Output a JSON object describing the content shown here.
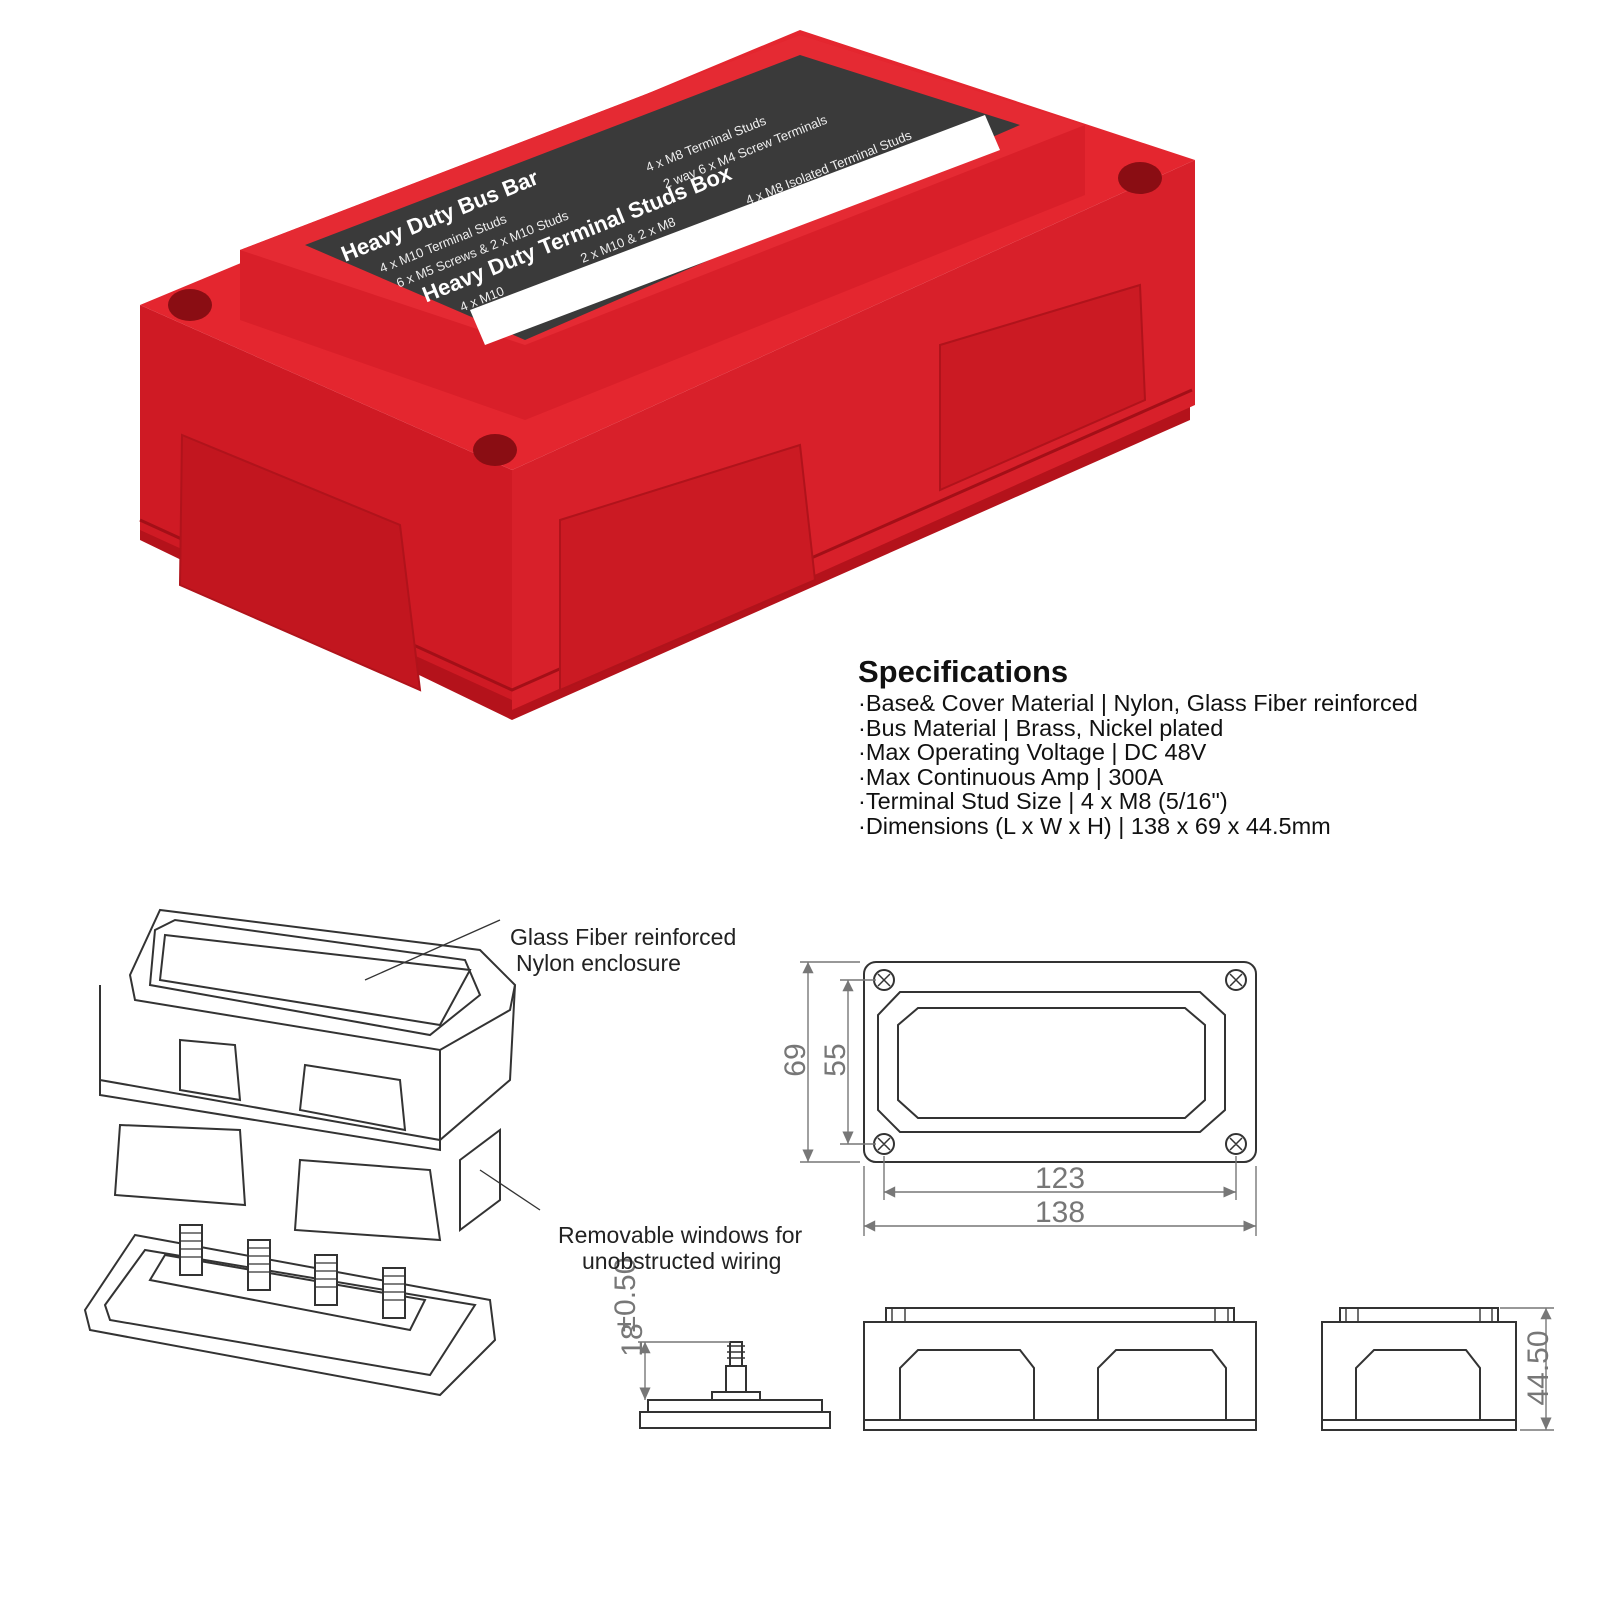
{
  "product_label": {
    "title1": "Heavy Duty Bus Bar",
    "opt1": "4 x M10 Terminal Studs",
    "opt2": "6 x M5 Screws & 2 x M10 Studs",
    "opt3": "4 x M8 Terminal Studs",
    "opt4": "2 way 6 x M4 Screw Terminals",
    "title2": "Heavy Duty Terminal Studs Box",
    "opt5": "4 x M10",
    "opt6": "2 x M10 & 2 x M8",
    "opt7": "4 x M8 Isolated Terminal Studs"
  },
  "specifications": {
    "heading": "Specifications",
    "items": [
      "Base& Cover Material | Nylon, Glass Fiber reinforced",
      "Bus Material | Brass, Nickel plated",
      "Max Operating Voltage | DC 48V",
      "Max Continuous Amp | 300A",
      "Terminal Stud Size | 4 x M8 (5/16\")",
      "Dimensions (L x W x H) | 138 x 69 x 44.5mm"
    ]
  },
  "callouts": {
    "enclosure_line1": "Glass Fiber reinforced",
    "enclosure_line2": "Nylon enclosure",
    "windows_line1": "Removable windows for",
    "windows_line2": "unobstructed wiring"
  },
  "dimensions": {
    "width_outer": "69",
    "width_inner": "55",
    "length_inner": "123",
    "length_outer": "138",
    "stud_height": "18",
    "stud_tolerance": "±0.50",
    "height": "44.50"
  },
  "colors": {
    "housing_red": "#d8202a",
    "label_dark": "#3a3a3a",
    "line_drawing": "#333333",
    "dimension_gray": "#777777"
  }
}
